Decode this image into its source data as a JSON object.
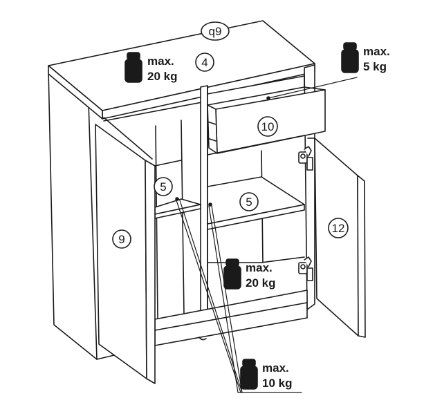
{
  "part_labels": {
    "top_outer": "q9",
    "top": "4",
    "shelf_left": "5",
    "shelf_right": "5",
    "door_left": "9",
    "drawer": "10",
    "door_right": "12"
  },
  "load_labels": {
    "top": {
      "max": "max.",
      "value": "20 kg"
    },
    "drawer": {
      "max": "max.",
      "value": "5 kg"
    },
    "bottom_compartment": {
      "max": "max.",
      "value": "20 kg"
    },
    "shelves": {
      "max": "max.",
      "value": "10 kg"
    }
  },
  "icons": [
    "weight-icon",
    "hinge-icon"
  ],
  "colors": {
    "line": "#1a1a1a",
    "fill": "#ffffff"
  }
}
